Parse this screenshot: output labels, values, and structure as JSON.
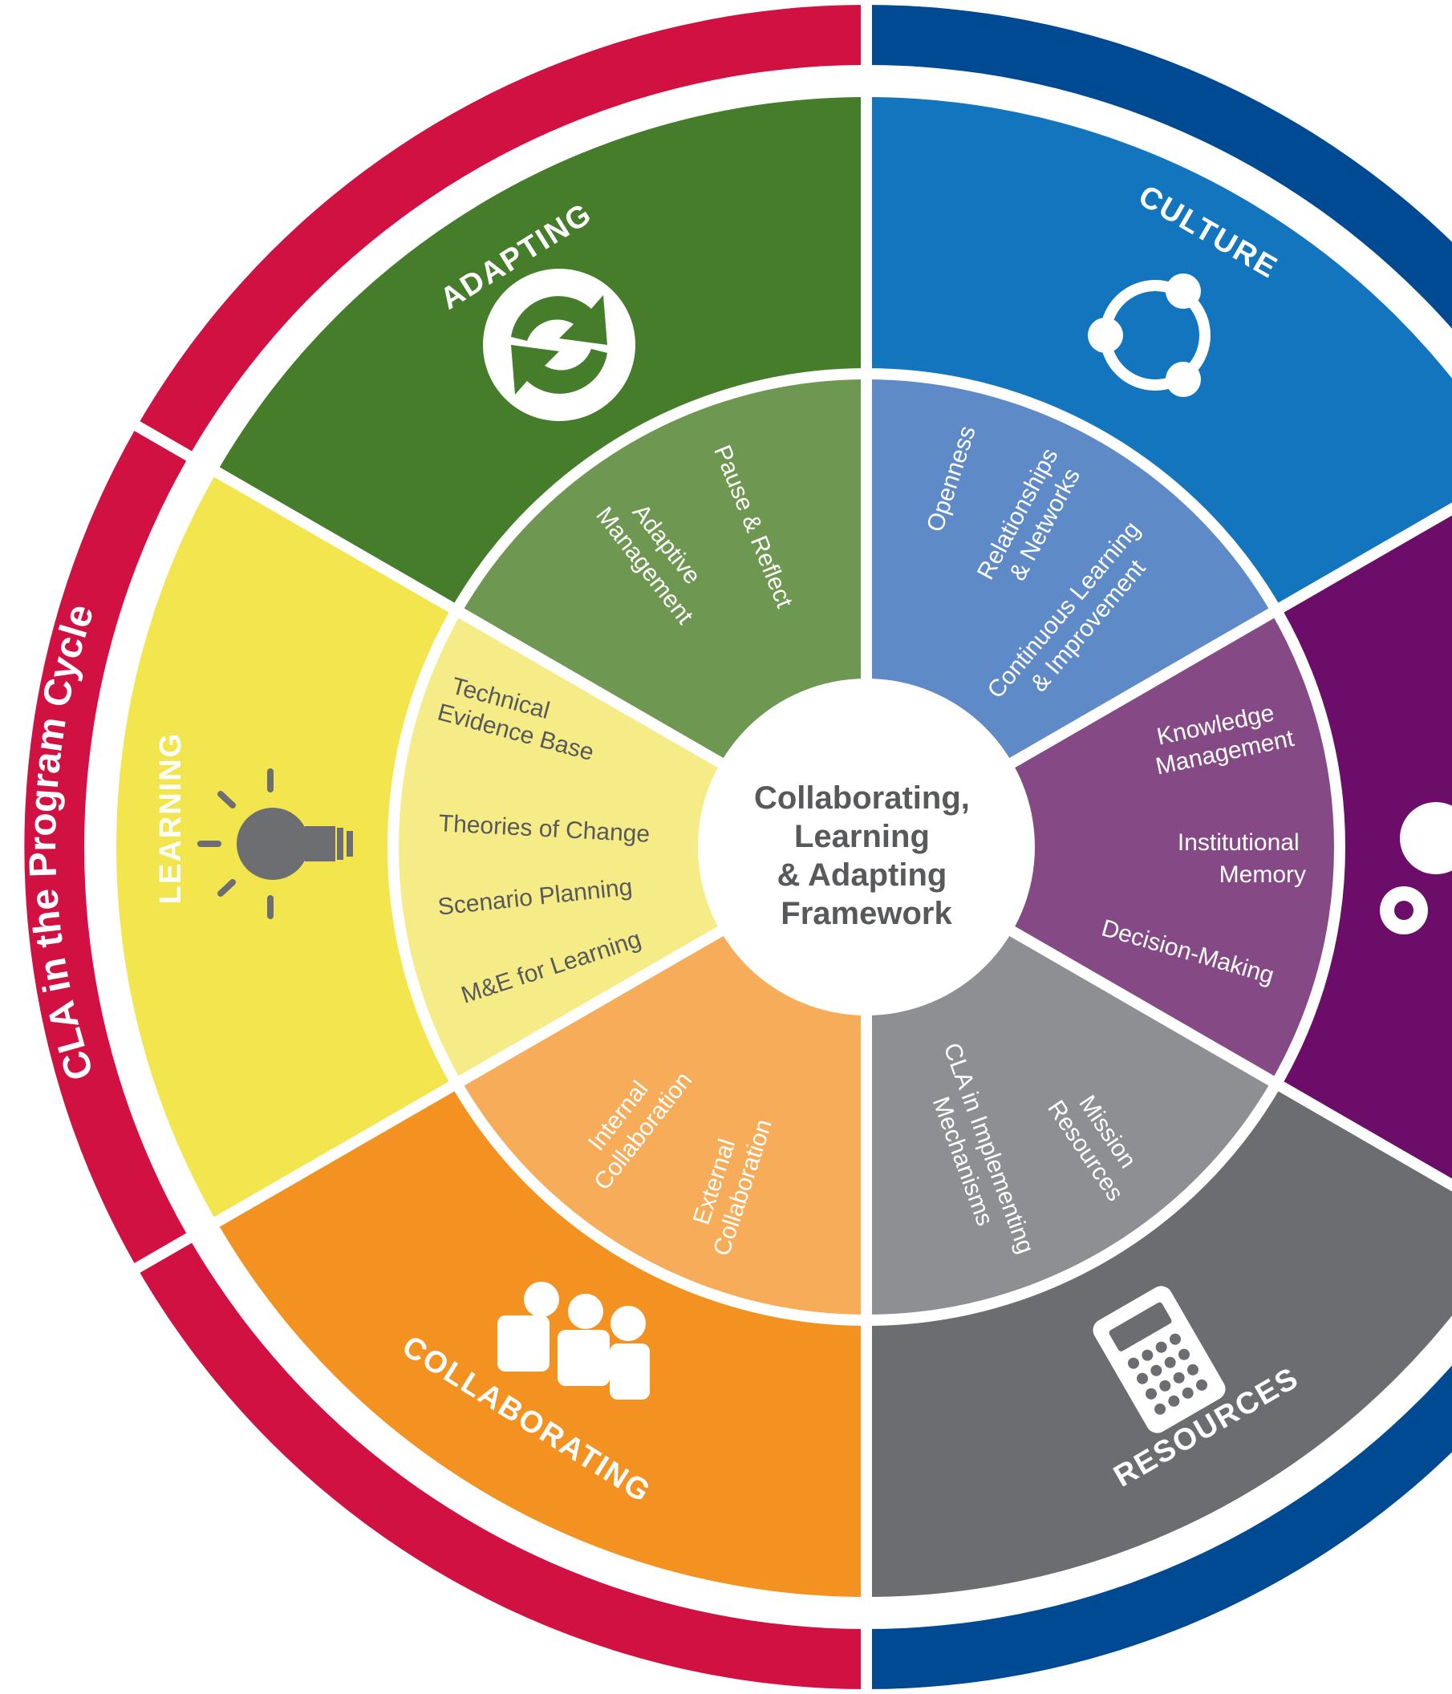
{
  "outer_ring": {
    "label": "CLA in the Program Cycle",
    "left_color": "#d11142",
    "right_color": "#004a93"
  },
  "center": {
    "lines": [
      "Collaborating,",
      "Learning",
      "& Adapting",
      "Framework"
    ]
  },
  "segments": {
    "adapting": {
      "label": "ADAPTING",
      "icon": "recycle-arrows-icon",
      "outer_color": "#467d2b",
      "inner_color": "#6e9852",
      "items": {
        "a": [
          "Adaptive",
          "Management"
        ],
        "b": [
          "Pause & Reflect"
        ]
      }
    },
    "culture": {
      "label": "CULTURE",
      "icon": "network-circle-icon",
      "outer_color": "#1275be",
      "inner_color": "#5f8ac8",
      "items": {
        "a": [
          "Openness"
        ],
        "b": [
          "Relationships",
          "& Networks"
        ],
        "c": [
          "Continuous Learning",
          "& Improvement"
        ]
      }
    },
    "processes": {
      "label": "",
      "icon": "gears-icon",
      "outer_color": "#6c0d69",
      "inner_color": "#854a86",
      "items": {
        "a": [
          "Knowledge",
          "Management"
        ],
        "b": [
          "Institutional",
          "Memory"
        ],
        "c": [
          "Decision-Making"
        ]
      }
    },
    "resources": {
      "label": "RESOURCES",
      "icon": "calculator-icon",
      "outer_color": "#6c6d70",
      "inner_color": "#8e8f92",
      "items": {
        "a": [
          "Mission",
          "Resources"
        ],
        "b": [
          "CLA in Implementing",
          "Mechanisms"
        ]
      }
    },
    "collaborating": {
      "label": "COLLABORATING",
      "icon": "people-group-icon",
      "outer_color": "#f39121",
      "inner_color": "#f7ac5a",
      "items": {
        "a": [
          "Internal",
          "Collaboration"
        ],
        "b": [
          "External",
          "Collaboration"
        ]
      }
    },
    "learning": {
      "label": "LEARNING",
      "icon": "lightbulb-icon",
      "outer_color": "#f3e54d",
      "inner_color": "#f6ec87",
      "items": {
        "a": [
          "Technical",
          "Evidence Base"
        ],
        "b": [
          "Theories of Change"
        ],
        "c": [
          "Scenario Planning"
        ],
        "d": [
          "M&E for Learning"
        ]
      }
    }
  }
}
